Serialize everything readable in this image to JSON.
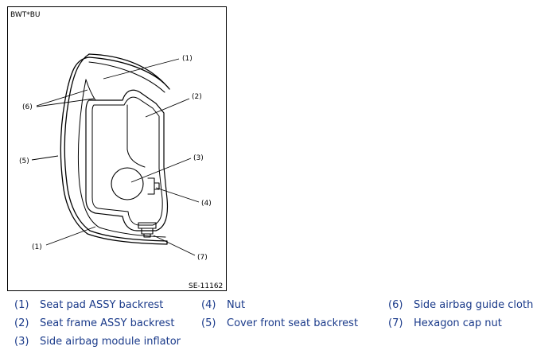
{
  "figure": {
    "header_code": "BWT*BU",
    "ref_code": "SE-11162",
    "callouts": {
      "c1a": "(1)",
      "c2": "(2)",
      "c6": "(6)",
      "c5": "(5)",
      "c3": "(3)",
      "c4": "(4)",
      "c1b": "(1)",
      "c7": "(7)"
    }
  },
  "legend": [
    {
      "num": "(1)",
      "label": "Seat pad ASSY backrest"
    },
    {
      "num": "(2)",
      "label": "Seat frame ASSY backrest"
    },
    {
      "num": "(3)",
      "label": "Side airbag module inflator"
    },
    {
      "num": "(4)",
      "label": "Nut"
    },
    {
      "num": "(5)",
      "label": "Cover front seat backrest"
    },
    {
      "num": "(6)",
      "label": "Side airbag guide cloth"
    },
    {
      "num": "(7)",
      "label": "Hexagon cap nut"
    }
  ],
  "colors": {
    "legend_text": "#1a3a8a",
    "line": "#000000"
  }
}
